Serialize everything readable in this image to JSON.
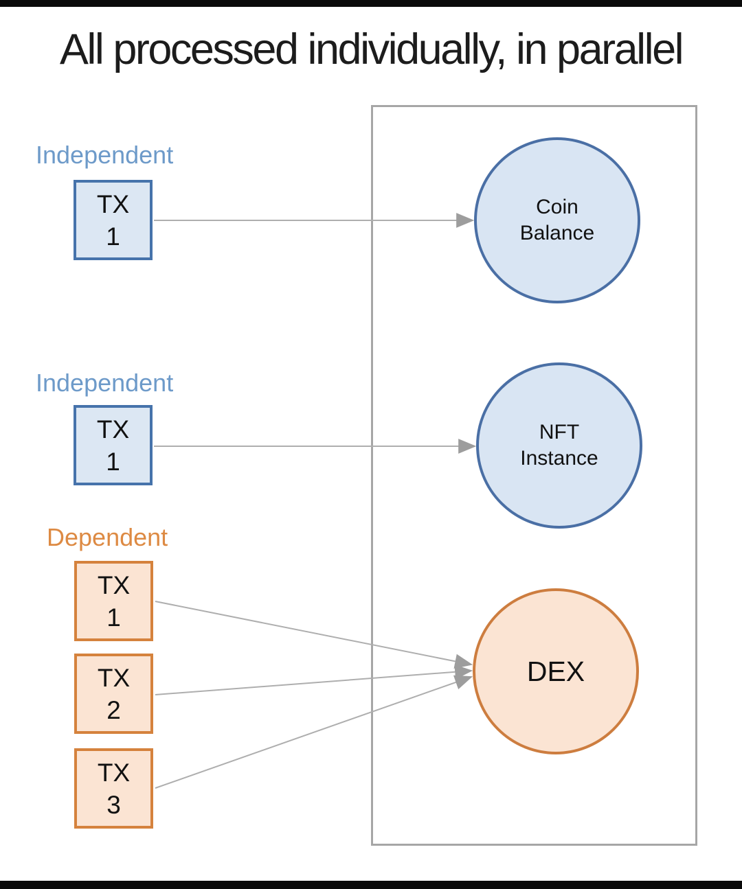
{
  "title": "All processed individually, in parallel",
  "groups": {
    "independent1": {
      "label": "Independent"
    },
    "independent2": {
      "label": "Independent"
    },
    "dependent": {
      "label": "Dependent"
    }
  },
  "boxes": [
    {
      "line1": "TX",
      "line2": "1"
    },
    {
      "line1": "TX",
      "line2": "1"
    },
    {
      "line1": "TX",
      "line2": "1"
    },
    {
      "line1": "TX",
      "line2": "2"
    },
    {
      "line1": "TX",
      "line2": "3"
    }
  ],
  "nodes": [
    {
      "line1": "Coin",
      "line2": "Balance"
    },
    {
      "line1": "NFT",
      "line2": "Instance"
    },
    {
      "line1": "DEX"
    }
  ],
  "colors": {
    "independent_label": "#6d9ac9",
    "dependent_label": "#dd8a43",
    "blue_fill": "#dce7f3",
    "blue_border": "#4673ab",
    "orange_fill": "#fbe4d3",
    "orange_border": "#d5823d",
    "frame_border": "#a6a6a6",
    "arrow_line": "#aeaeae",
    "arrow_head": "#9d9d9d",
    "bar_black": "#0a0a0a",
    "title_text": "#1c1c1c"
  }
}
